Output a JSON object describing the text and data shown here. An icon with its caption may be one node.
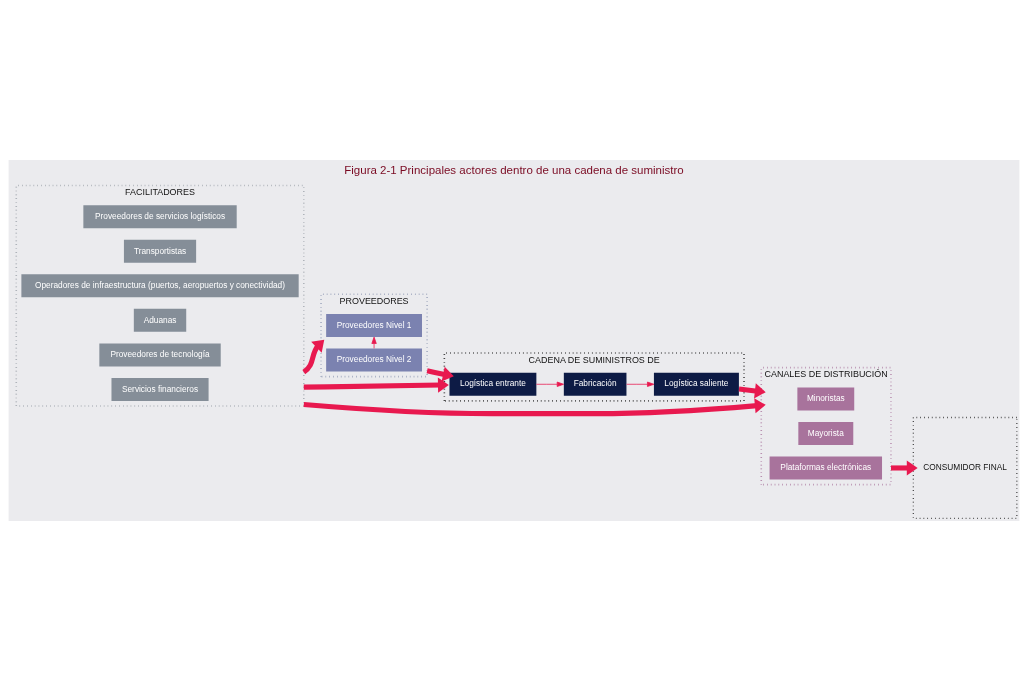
{
  "diagram": {
    "title": "Figura 2-1 Principales actores dentro de una cadena de suministro",
    "nodes": [
      {
        "text": [
          "PROVEEDORES"
        ]
      },
      {
        "text": [
          "Proveedores Nivel 1"
        ],
        "in": 0
      },
      {
        "text": [
          "Proveedores Nivel 2"
        ],
        "in": 0
      },
      {
        "text": [
          "CADENA DE SUMINISTROS DE"
        ]
      },
      {
        "text": [
          "Logística entrante"
        ],
        "in": 3
      },
      {
        "text": [
          "Fabricación"
        ],
        "in": 3
      },
      {
        "text": [
          "Logística saliente"
        ],
        "in": 3
      },
      {
        "text": [
          "CANALES DE DISTRIBUCIÓN"
        ]
      },
      {
        "text": [
          "Minoristas"
        ],
        "in": 7
      },
      {
        "text": [
          "Mayorista"
        ],
        "in": 7
      },
      {
        "text": [
          "Plataformas electrónicas"
        ],
        "in": 7
      },
      {
        "text": [
          "CONSUMIDOR FINAL"
        ]
      },
      {
        "text": [
          "FACILITADORES"
        ]
      },
      {
        "text": [
          "Proveedores de servicios logísticos"
        ],
        "in": 12
      },
      {
        "text": [
          "Transportistas"
        ],
        "in": 12
      },
      {
        "text": [
          "Operadores de infraestructura (puertos, aeropuertos y conectividad)"
        ],
        "in": 12
      },
      {
        "text": [
          "Aduanas"
        ],
        "in": 12
      },
      {
        "text": [
          "Proveedores de tecnología"
        ],
        "in": 12
      },
      {
        "text": [
          "Servicios financieros"
        ],
        "in": 12
      }
    ],
    "edges": [
      {
        "from": 2,
        "to": 1,
        "arrow": "to"
      },
      {
        "from": 0,
        "to": 4,
        "arrow": "to"
      },
      {
        "from": 4,
        "to": 5,
        "arrow": "to"
      },
      {
        "from": 5,
        "to": 6,
        "arrow": "to"
      },
      {
        "from": 6,
        "to": 7,
        "arrow": "to"
      },
      {
        "from": 7,
        "to": 11,
        "arrow": "to"
      },
      {
        "from": 12,
        "to": 0,
        "arrow": "to"
      },
      {
        "from": 12,
        "to": 3,
        "arrow": "to"
      },
      {
        "from": 12,
        "to": 7,
        "arrow": "to"
      }
    ]
  }
}
